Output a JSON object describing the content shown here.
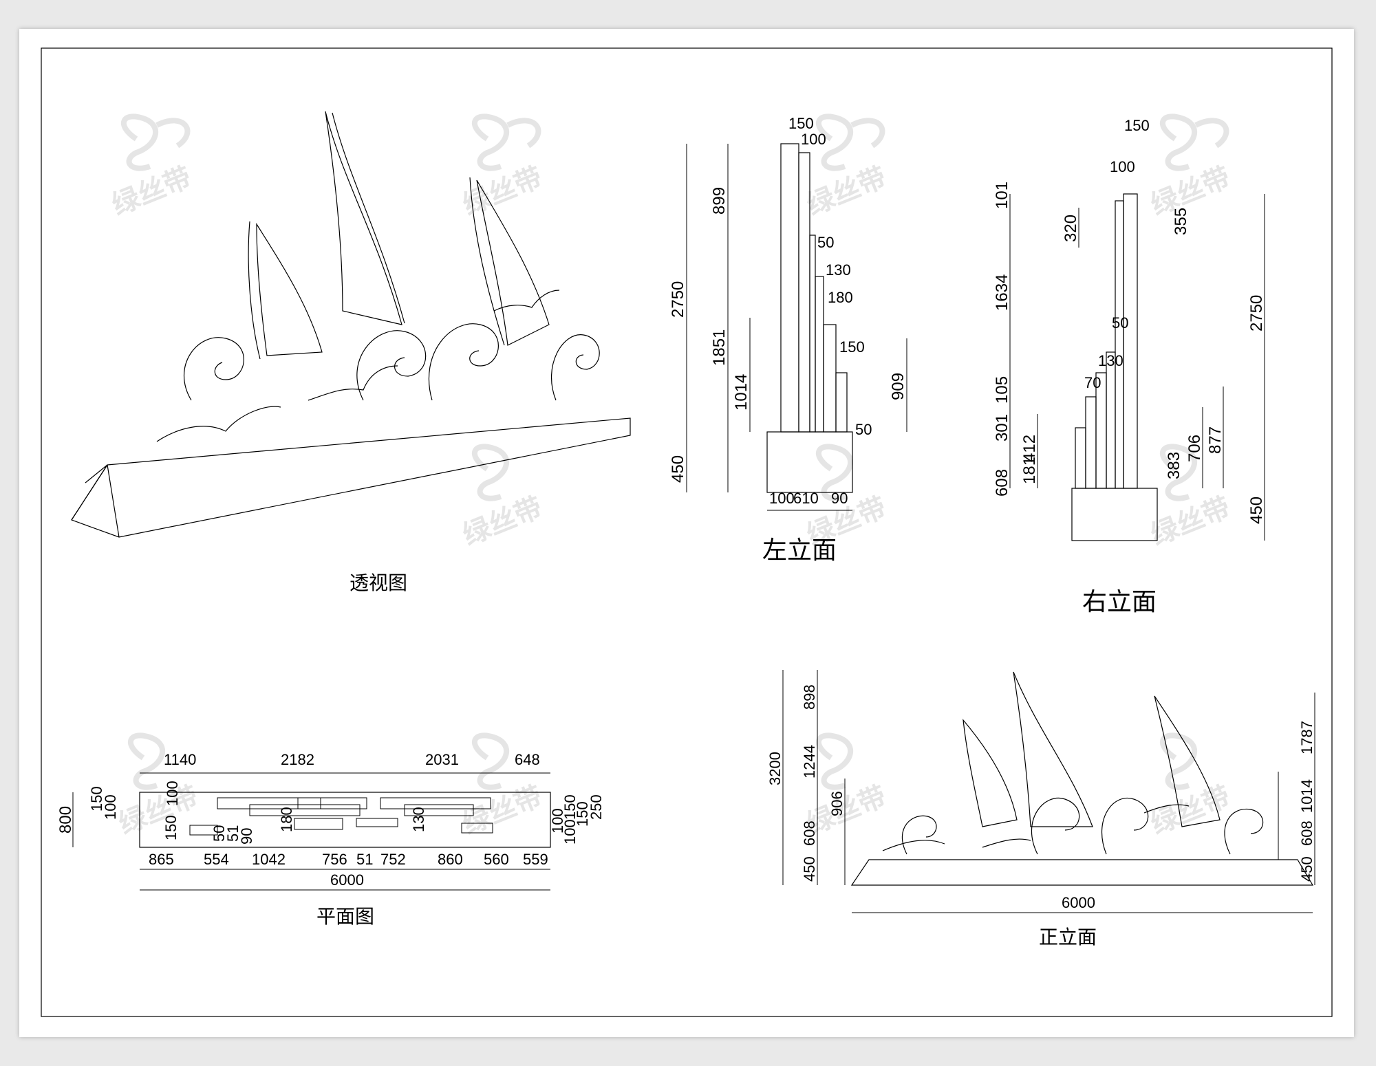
{
  "titles": {
    "perspective": "透视图",
    "left_elevation": "左立面",
    "right_elevation": "右立面",
    "plan": "平面图",
    "front_elevation": "正立面"
  },
  "watermark": "绿丝带",
  "left_elev": {
    "top_a": "150",
    "top_b": "100",
    "v899": "899",
    "v2750": "2750",
    "v1851": "1851",
    "v1014": "1014",
    "v450": "450",
    "s50a": "50",
    "s130": "130",
    "s180": "180",
    "s150": "150",
    "v909": "909",
    "s50b": "50",
    "b100": "100",
    "b610": "610",
    "b90": "90"
  },
  "right_elev": {
    "t150": "150",
    "t100": "100",
    "v101": "101",
    "v320": "320",
    "v1634": "1634",
    "v105": "105",
    "v301": "301",
    "v608": "608",
    "v412": "412",
    "v181": "181",
    "s50": "50",
    "s130": "130",
    "s70": "70",
    "r355": "355",
    "r2750": "2750",
    "r877": "877",
    "r706": "706",
    "r383": "383",
    "r450": "450"
  },
  "plan": {
    "top": [
      "1140",
      "2182",
      "2031",
      "648"
    ],
    "bottom": [
      "865",
      "554",
      "1042",
      "756",
      "51",
      "752",
      "860",
      "560",
      "559"
    ],
    "total": "6000",
    "left_v800": "800",
    "l150": "150",
    "l100": "100",
    "l100b": "100",
    "l150b": "150",
    "i50": "50",
    "i51": "51",
    "i90": "90",
    "i180": "180",
    "i130": "130",
    "r100": "100",
    "r150": "150",
    "r250": "250",
    "r150b": "150",
    "r100b": "100"
  },
  "front": {
    "v3200": "3200",
    "v898": "898",
    "v1244": "1244",
    "v906": "906",
    "v608": "608",
    "v450": "450",
    "r1787": "1787",
    "r1014": "1014",
    "r608": "608",
    "r450": "450",
    "total": "6000"
  }
}
